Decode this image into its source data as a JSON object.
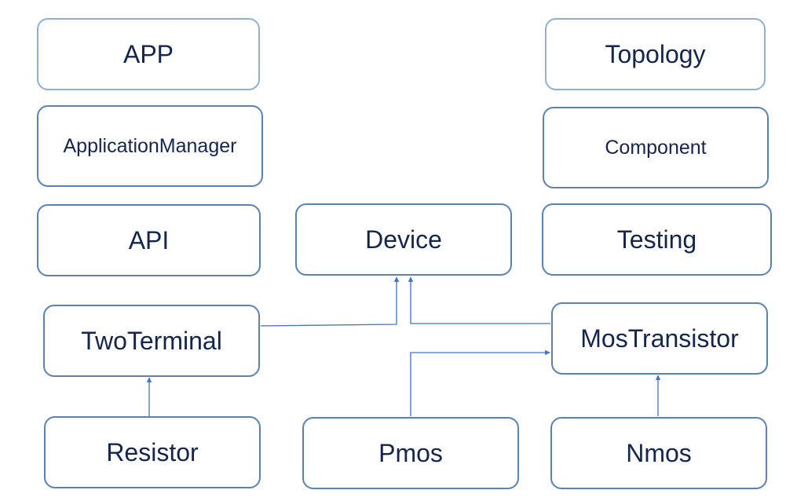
{
  "diagram": {
    "nodes": {
      "app": "APP",
      "application_manager": "ApplicationManager",
      "api": "API",
      "topology": "Topology",
      "component": "Component",
      "testing": "Testing",
      "device": "Device",
      "two_terminal": "TwoTerminal",
      "mos_transistor": "MosTransistor",
      "resistor": "Resistor",
      "pmos": "Pmos",
      "nmos": "Nmos"
    },
    "relations": [
      {
        "from": "TwoTerminal",
        "to": "Device"
      },
      {
        "from": "MosTransistor",
        "to": "Device"
      },
      {
        "from": "Resistor",
        "to": "TwoTerminal"
      },
      {
        "from": "Pmos",
        "to": "MosTransistor"
      },
      {
        "from": "Nmos",
        "to": "MosTransistor"
      }
    ],
    "colors": {
      "box_border": "#5a82b5",
      "box_border_light": "#8fb0d6",
      "text": "#14264d",
      "connector": "#4472c4"
    }
  }
}
